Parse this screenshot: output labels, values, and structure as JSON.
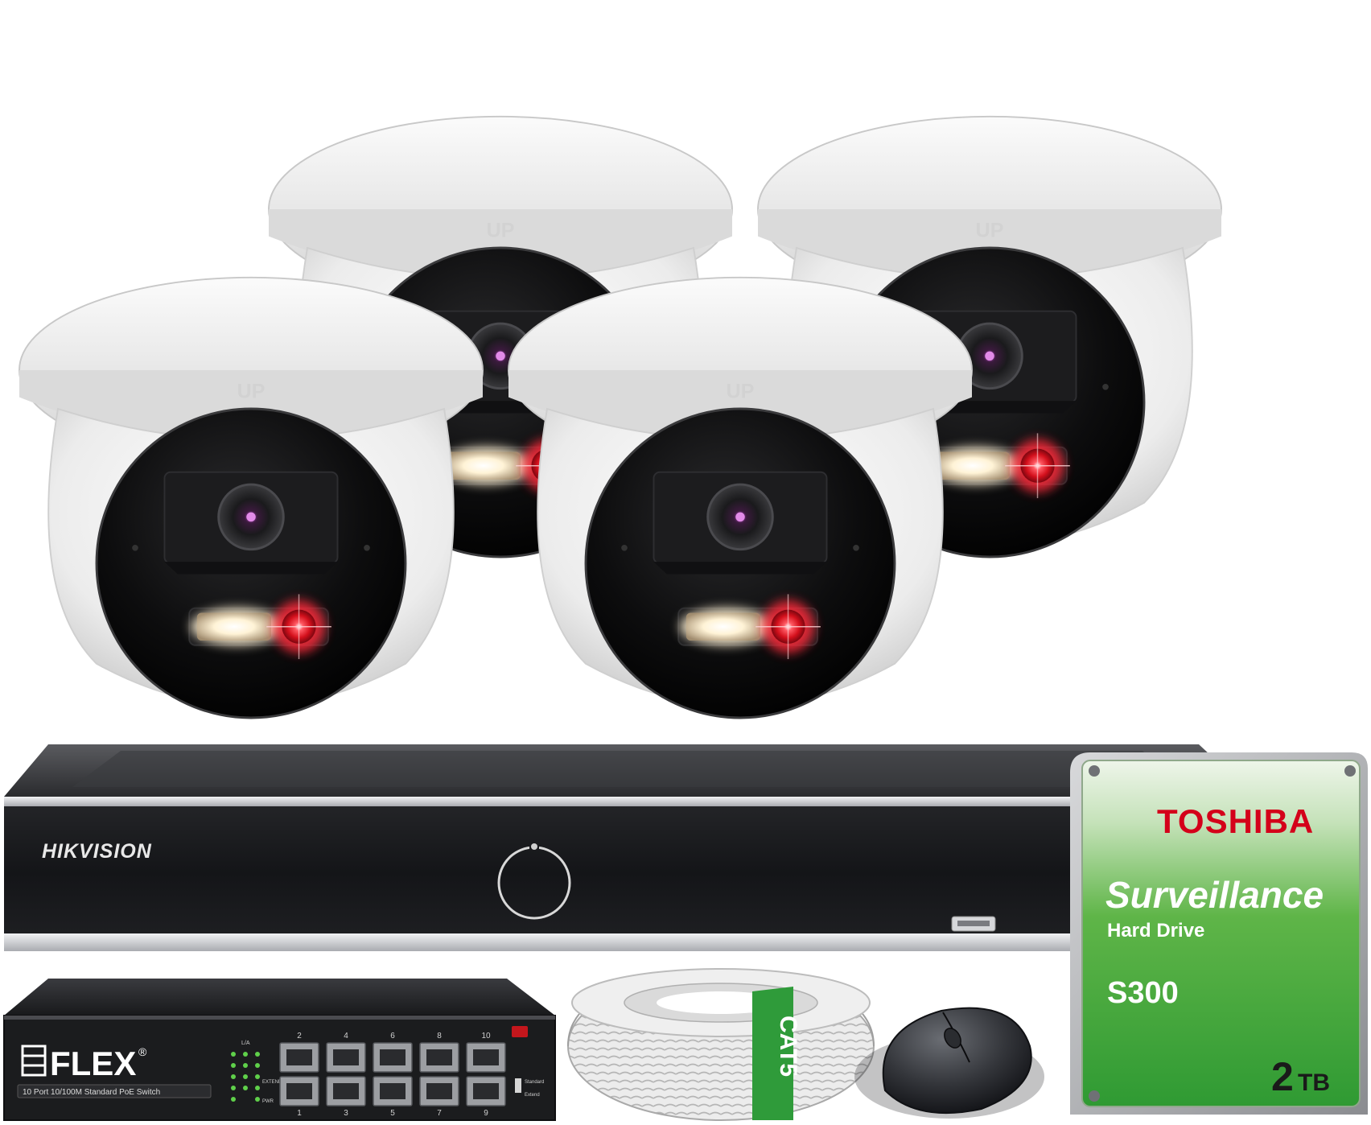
{
  "nvr": {
    "brand": "HIKVISION"
  },
  "camera": {
    "up_label": "UP"
  },
  "switch": {
    "brand": "FLEX",
    "registered_mark": "®",
    "subtitle": "10 Port 10/100M Standard PoE Switch",
    "top_numbers": [
      "2",
      "4",
      "6",
      "8",
      "10"
    ],
    "bottom_numbers": [
      "1",
      "3",
      "5",
      "7",
      "9"
    ],
    "led_labels": [
      "L/A",
      "EXTEND",
      "PWR"
    ],
    "mode_labels": [
      "Standard",
      "Extend"
    ]
  },
  "cable": {
    "label": "CAT5"
  },
  "hdd": {
    "brand": "TOSHIBA",
    "title": "Surveillance",
    "subtitle": "Hard Drive",
    "model": "S300",
    "capacity_number": "2",
    "capacity_unit": "TB"
  },
  "colors": {
    "camera_white": "#f2f2f2",
    "camera_face": "#0b0b0c",
    "nvr_body": "#1b1c1f",
    "hdd_green": "#3aa63c",
    "toshiba_red": "#d4001a",
    "cable_green": "#2f9b3a"
  }
}
